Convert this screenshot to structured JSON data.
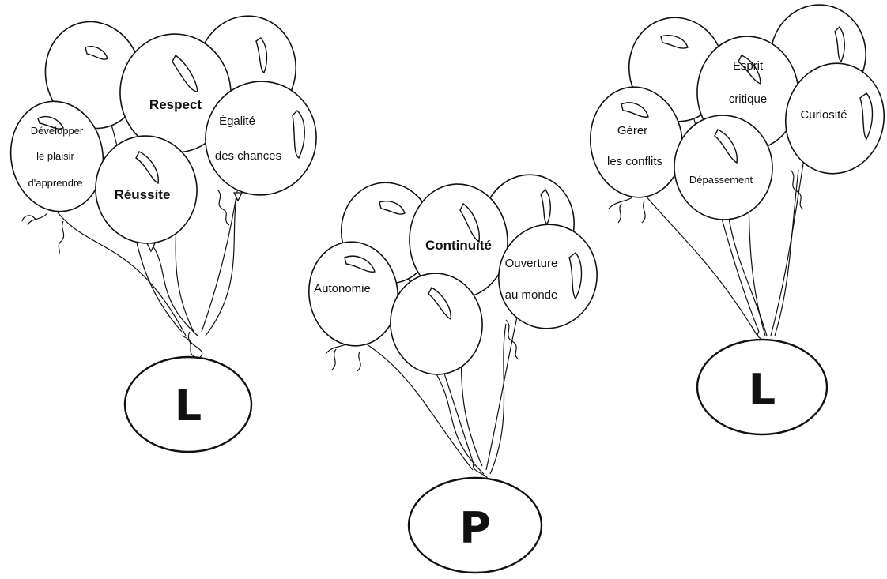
{
  "colors": {
    "ink": "#111111",
    "paper": "#ffffff"
  },
  "bunches": [
    {
      "letter": "L",
      "words": {
        "developper": "Développer",
        "plaisir": "le plaisir",
        "apprendre": "d'apprendre",
        "respect": "Respect",
        "egalite": "Égalité",
        "chances": "des chances",
        "reussite": "Réussite"
      }
    },
    {
      "letter": "P",
      "words": {
        "autonomie": "Autonomie",
        "continuite": "Continuité",
        "ouverture": "Ouverture",
        "monde": "au monde"
      }
    },
    {
      "letter": "L",
      "words": {
        "esprit": "Esprit",
        "critique": "critique",
        "gerer": "Gérer",
        "conflits": "les conflits",
        "curiosite": "Curiosité",
        "depassement": "Dépassement"
      }
    }
  ]
}
